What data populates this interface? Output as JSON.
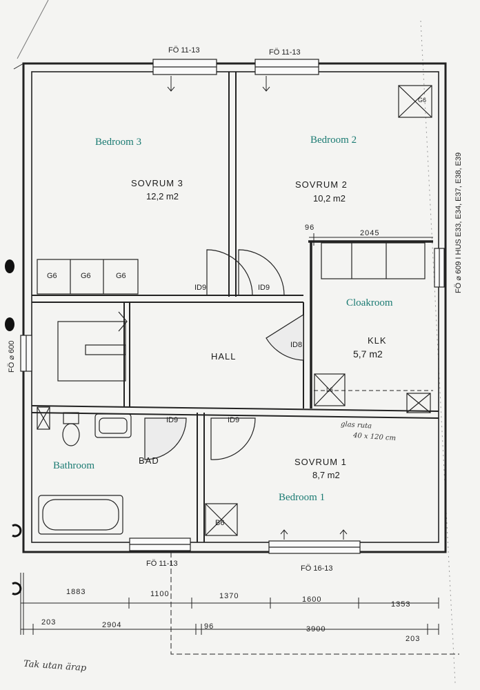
{
  "english_labels": {
    "bedroom3": "Bedroom 3",
    "bedroom2": "Bedroom 2",
    "cloakroom": "Cloakroom",
    "bathroom": "Bathroom",
    "bedroom1": "Bedroom 1"
  },
  "rooms": {
    "sovrum3": {
      "name": "SOVRUM 3",
      "area": "12,2 m2"
    },
    "sovrum2": {
      "name": "SOVRUM 2",
      "area": "10,2 m2"
    },
    "hall": {
      "name": "HALL"
    },
    "klk": {
      "name": "KLK",
      "area": "5,7 m2"
    },
    "bad": {
      "name": "BAD"
    },
    "sovrum1": {
      "name": "SOVRUM 1",
      "area": "8,7 m2"
    }
  },
  "window_codes": {
    "top_left": "FÖ 11-13",
    "top_right": "FÖ 11-13",
    "bottom_left": "FÖ 11-13",
    "bottom_right": "FÖ 16-13",
    "left": "FÖ ⌀ 600",
    "right": "FÖ ⌀ 609 I HUS E33, E34, E37, E38, E39"
  },
  "door_codes": {
    "s3": "ID9",
    "s2": "ID9",
    "hall_klk": "ID8",
    "bad": "ID9",
    "s1": "ID9"
  },
  "fixtures": {
    "g6_1": "G6",
    "g6_2": "G6",
    "g6_3": "G6",
    "l6": "L6",
    "b6": "B6",
    "g6_corner": "G6"
  },
  "dimensions": {
    "top_96": "96",
    "wardrobe_2045": "2045",
    "row1": [
      "1883",
      "1100",
      "1370",
      "1600",
      "1353"
    ],
    "row2": [
      "203",
      "2904",
      "96",
      "3900",
      "203"
    ]
  },
  "handwritten": {
    "glass_1": "glas ruta",
    "glass_2": "40 x 120 cm",
    "signature": "Tak utan ärap"
  }
}
